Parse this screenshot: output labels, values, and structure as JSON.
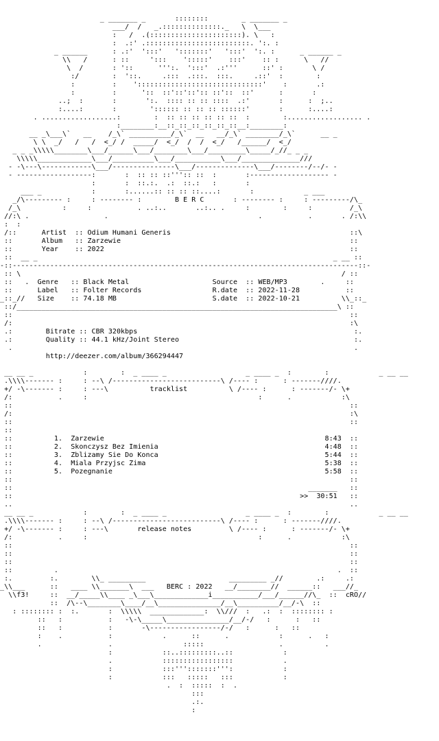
{
  "release": {
    "group": "BERC",
    "artist": "Odium Humani Generis",
    "album": "Zarzewie",
    "year": "2022",
    "genre": "Black Metal",
    "label": "Folter Records",
    "size": "74.18 MB",
    "source": "WEB/MP3",
    "release_date": "2022-11-28",
    "scene_date": "2022-10-21",
    "bitrate": "CBR 320kbps",
    "quality": "44.1 kHz/Joint Stereo",
    "url": "http://deezer.com/album/366294447",
    "footer_group_year": "BERC : 2022",
    "artist_tag_left": "f3!",
    "artist_tag_right": "cRO"
  },
  "sections": {
    "tracklist": "tracklist",
    "release_notes": "release notes"
  },
  "tracks": [
    {
      "number": "1.",
      "title": "Zarzewie",
      "duration": "8:43"
    },
    {
      "number": "2.",
      "title": "Skonczysz Bez Imienia",
      "duration": "4:48"
    },
    {
      "number": "3.",
      "title": "Zblizamy Sie Do Konca",
      "duration": "5:44"
    },
    {
      "number": "4.",
      "title": "Miala Przyjsc Zima",
      "duration": "5:38"
    },
    {
      "number": "5.",
      "title": "Pozegnanie",
      "duration": "5:58"
    }
  ],
  "total_time": "30:51",
  "nfo_lines": [
    "                        _ _______ _       ::::::::        _ _______ _",
    "                           ___/  /   _.::::::::::::::._   \\  \\___",
    "                           :   /  .(::::::::::::::::::::::). \\   :",
    "                           :  .:' .:::::::::::::::::::::::::. ':. :",
    "             _ ______      : .:'  ':::'   ':::::::'   ':::'  ':. :      _ ______ _",
    "               \\\\   /      : ::     ':::    ':::::'    :::'    :: :      \\   //",
    "                \\  /       : '::      ''':.  ':::'  .:'''      ::' :       \\ /",
    "                 :/        :  '::.     .:::  .:::.  :::.     .::'  :        :",
    "                 :         :    '::::::::::::::::::::::::::::::'    :       .:",
    "                 :         :      '::  ::'::'::':: ::'::  ::'      :       :",
    "              ..;  :       :       ':.  :::: :: :: ::::  .:'       :      :  ;..",
    "              :....:       :        ':::::: :: :: :: ::::::'       :      :....:",
    "        . ..................:        :  :: :: :: :: :: ::  :        :.................. .",
    "                            :________:__::_::_::_::_::_::__:________:",
    "       __ _\\___\\`   __    /_\\` __________/_\\`  __   __/_\\` ________/_\\`      __ _",
    "        \\ \\  _/   /   /  <_/ /  _____/  <_/  /  /  <_/   /______/  <_/ ",
    "   _ _ _\\\\\\\\\\________\\___/______\\___/________\\___/_________\\_____/_//_ _ _",
    "    \\\\\\\\\\_____________\\___/__________\\___/___________\\___/______________///",
    "  - -\\---\\------------\\___/---------------\\___/--------------\\___/--------/--/- -",
    "  - ------------------:       :  :: :: ::''':: ::  :       :------------------- -",
    "                      :       :  ::.:.  .:  ::.:   :       :",
    "     ___ _            :       :......:: :: :: ::....:       :            _ ___",
    "   _/\\--------- :     : -------- :        B E R C       : -------- :     : ---------/\\_",
    "  /_\\          :     :           . ..:..       ..:.. .     :        :     :         /_\\",
    " //:\\ .                  .                                    .           .       . /:\\\\",
    " :  :",
    " /::      Artist  :: Odium Humani Generis                                           ::\\",
    " ::       Album   :: Zarzewie                                                       ::",
    " ::       Year    :: 2022                                                           ::",
    " ::  __ _                                                                       _ __ ::",
    "-::-----------------------------------------------------------------------------------::-",
    " :: \\                                                                             / ::",
    " ::   .  Genre   :: Black Metal                    Source  :: WEB/MP3        .     ::",
    " ::      Label   :: Folter Records                 R.date  :: 2022-11-28           ::",
    "_::_//   Size    :: 74.18 MB                       S.date  :: 2022-10-21          \\\\_::_",
    " ::/_____________________________________________________________________________\\ ::",
    " ::                                                                                 ::",
    " /:                                                                                 :\\",
    " .:        Bitrate :: CBR 320kbps                                                    :.",
    " .:        Quality :: 44.1 kHz/Joint Stereo                                          :.",
    "  .                                                                                  .",
    "           http://deezer.com/album/366294447",
    "",
    " __ __ _            :        :  _ ____ _                   _ ____ _  :        :            _ __ __",
    " .\\\\\\\\------- :     : --\\ /--------------------------\\ /---- :      : -------////.",
    " +/ -\\------- :     : ---\\          tracklist          \\ /---- :      : -------/- \\+",
    " /:           .     :                                         :      .            :\\",
    " ::                                                                                 ::",
    " /:                                                                                 :\\",
    " ::                                                                                 ::",
    " ::",
    " ::          1.  Zarzewie                                                     8:43  ::",
    " ::          2.  Skonczysz Bez Imienia                                        4:48  ::",
    " ::          3.  Zblizamy Sie Do Konca                                        5:44  ::",
    " ::          4.  Miala Przyjsc Zima                                           5:38  ::",
    " ::          5.  Pozegnanie                                                   5:58  ::",
    " ::                                                                                 ::",
    " ::                                                                       _______   ::",
    " ::                                                                     >>  30:51   ::",
    " ..                                                                                 ..",
    " __ __ _            :        :  _ ____ _                   _ ____ _  :        :            _ __ __",
    " .\\\\\\\\------- :     : --\\ /--------------------------\\ /---- :      : -------////.",
    " +/ -\\------- :     : ---\\       release notes         \\ /---- :      : -------/- \\+",
    " /:           .     :                                         :      .            :\\",
    " ::                                                                                 ::",
    " ::                                                                                 ::",
    " ::                                                                                 ::",
    " ::          .                                                                   .  ::",
    " :.         :.        \\\\_ _________                    _________ _//        .:     .:",
    "_\\\\___      ::   ____ \\\\_______\\  ___   BERC : 2022   __/________//  ______::   ___//_",
    "  \\\\f3!     ::  __/_____\\\\____ _\\___\\_____________i___________/___/______//\\_  ::  cRO//",
    "            ::  /\\--\\________\\____/__\\_______________/__\\__________/__/-\\  ::",
    "   : :::::::: :  :.       :  \\\\\\\\\\  _____________:  \\\\///  :   .:  :  :::::::: :",
    "         ::   :           :   -\\-\\_____\\_______________/__/-/   :      :   ::",
    "         ::   :           :       -\\-----------------/-/   :      :   ::",
    "         :    .           :            .      ::      .            :      .   :",
    "         .                .                 :::::                  .          .",
    "                          :            ::..:::::::::..::            :",
    "                          .            :::::::::::::::::            .",
    "                          :            :::''':::::::''':            :",
    "                          :            :::   :::::   :::            :",
    "                                        .  :  :::::  :  .",
    "                                              :::",
    "                                              .:.",
    "                                              :"
  ]
}
